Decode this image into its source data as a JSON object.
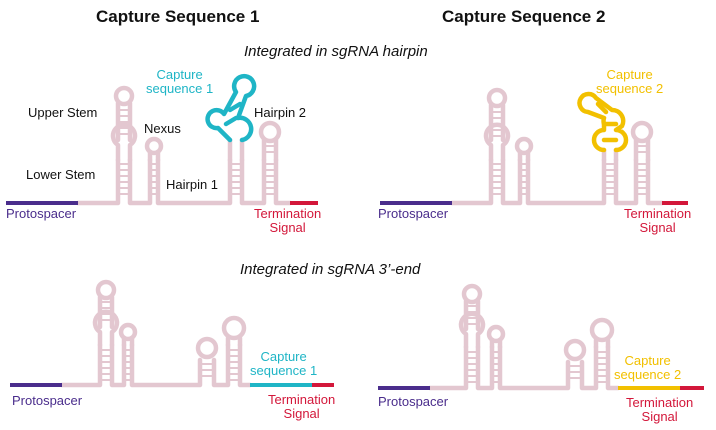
{
  "titles": {
    "col1": "Capture Sequence 1",
    "col2": "Capture Sequence 2",
    "top_section": "Integrated in sgRNA hairpin",
    "bottom_section": "Integrated in sgRNA 3’-end"
  },
  "labels": {
    "upper_stem": "Upper Stem",
    "lower_stem": "Lower Stem",
    "nexus": "Nexus",
    "hairpin1": "Hairpin 1",
    "hairpin2": "Hairpin 2",
    "protospacer": "Protospacer",
    "termination_line1": "Termination",
    "termination_line2": "Signal",
    "capture_line1": "Capture",
    "capture1_line2": "sequence 1",
    "capture2_line2": "sequence 2"
  },
  "colors": {
    "rna": "#e3c7d0",
    "protospacer": "#4a2d8c",
    "termination": "#d3173a",
    "capture1": "#1fb5c6",
    "capture2": "#f2c000"
  }
}
